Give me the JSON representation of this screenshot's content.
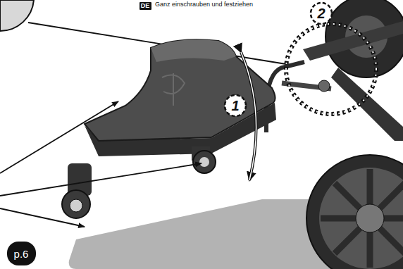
{
  "diagram": {
    "nodes": [
      {
        "text": [
          "DE"
        ]
      },
      {
        "text": [
          "2"
        ]
      },
      {
        "text": [
          "1"
        ]
      },
      {
        "text": [
          "p.6"
        ]
      }
    ],
    "labels": [
      "Ganz einschrauben und festziehen"
    ]
  }
}
